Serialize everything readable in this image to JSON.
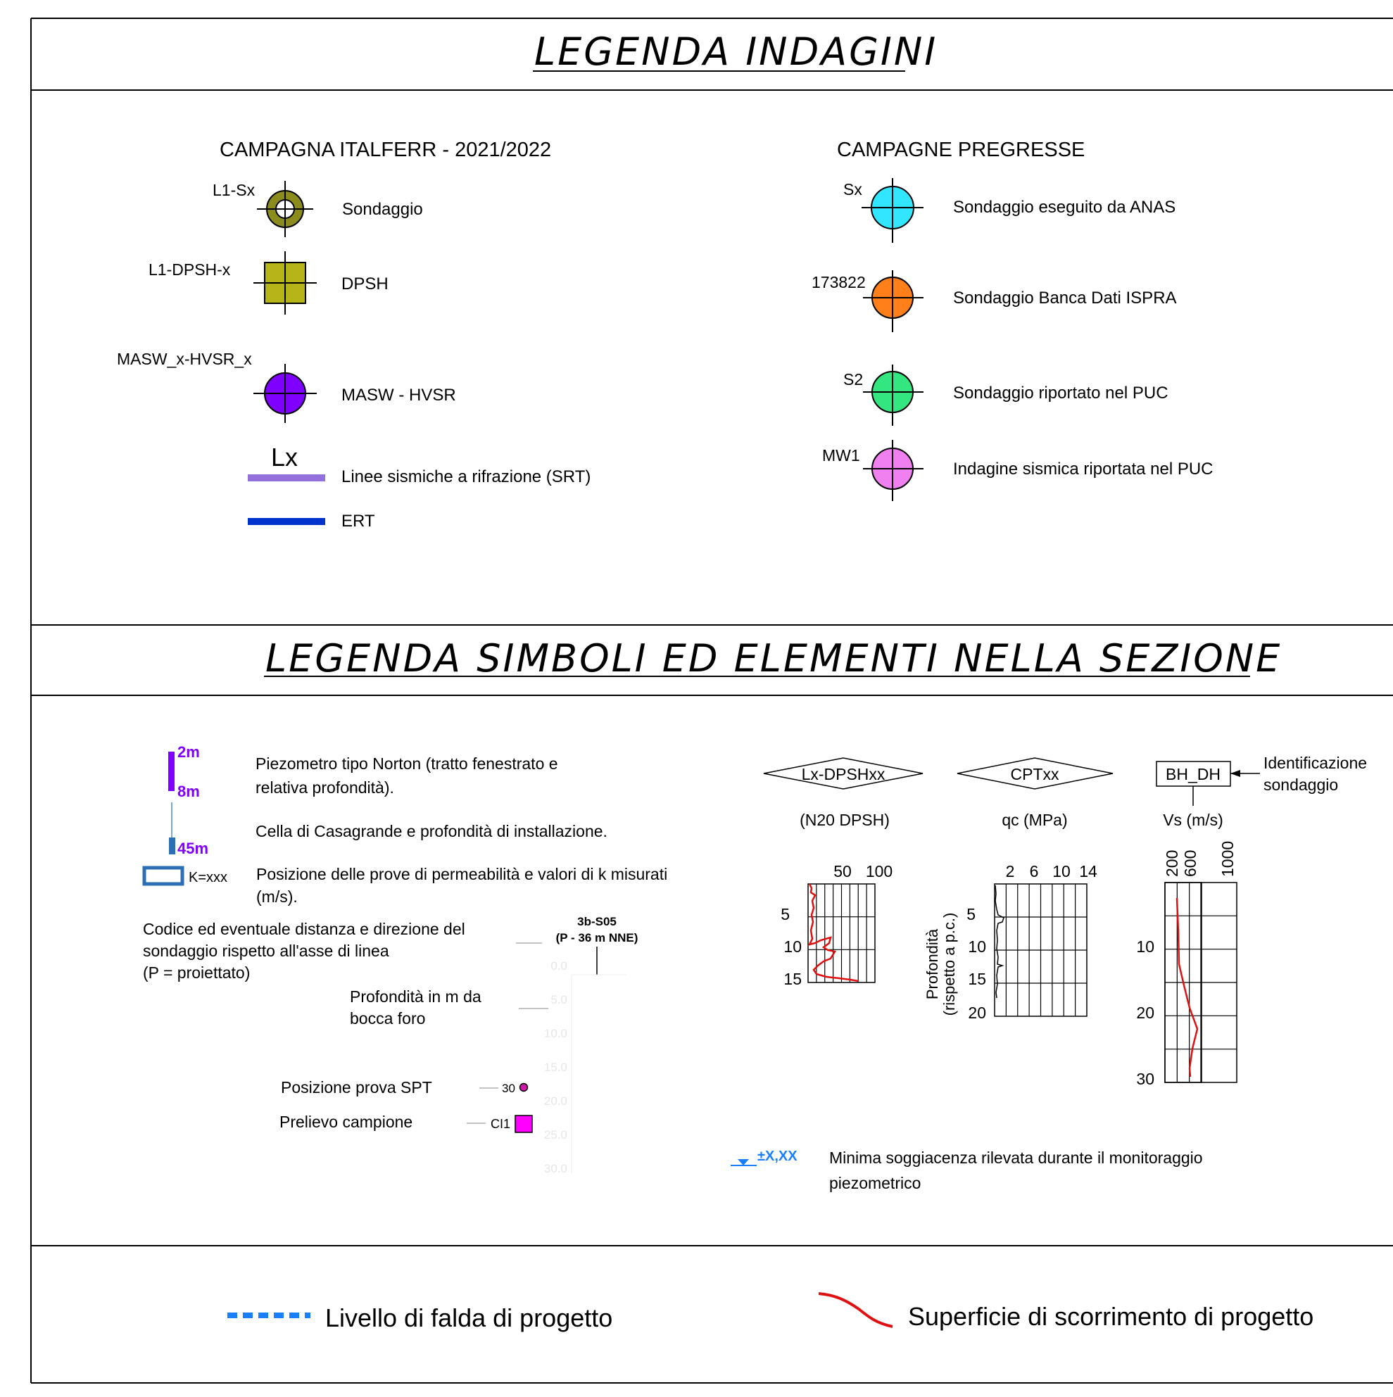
{
  "sections": {
    "indagini_title": "LEGENDA  INDAGINI",
    "simboli_title": "LEGENDA  SIMBOLI  ED  ELEMENTI  NELLA  SEZIONE"
  },
  "italferr": {
    "heading": "CAMPAGNA ITALFERR - 2021/2022",
    "items": [
      {
        "code": "L1-Sx",
        "label": "Sondaggio",
        "color": "#8c8c1e"
      },
      {
        "code": "L1-DPSH-x",
        "label": "DPSH",
        "color": "#b5b51a"
      },
      {
        "code": "MASW_x-HVSR_x",
        "label": "MASW - HVSR",
        "color": "#8000ff"
      }
    ],
    "srt": {
      "code": "Lx",
      "label": "Linee sismiche a rifrazione (SRT)",
      "color": "#9370db"
    },
    "ert": {
      "label": "ERT",
      "color": "#0033cc"
    }
  },
  "pregresse": {
    "heading": "CAMPAGNE PREGRESSE",
    "items": [
      {
        "code": "Sx",
        "label": "Sondaggio eseguito da ANAS",
        "color": "#33e6ff"
      },
      {
        "code": "173822",
        "label": "Sondaggio Banca Dati ISPRA",
        "color": "#ff7f1a"
      },
      {
        "code": "S2",
        "label": "Sondaggio riportato nel PUC",
        "color": "#33e680"
      },
      {
        "code": "MW1",
        "label": "Indagine sismica riportata nel PUC",
        "color": "#f080f0"
      }
    ]
  },
  "simboli": {
    "piezo_top": "2m",
    "piezo_bottom": "8m",
    "piezo_text_1": "Piezometro tipo Norton (tratto fenestrato e",
    "piezo_text_2": "relativa profondità).",
    "casagrande_depth": "45m",
    "casagrande_text": "Cella di Casagrande e profondità di installazione.",
    "perm_label": "K=xxx",
    "perm_text_1": "Posizione delle prove di permeabilità  e valori di k misurati",
    "perm_text_2": "(m/s).",
    "code_text_1": "Codice ed eventuale distanza e direzione del",
    "code_text_2": "sondaggio rispetto all'asse di linea",
    "code_text_3": "(P = proiettato)",
    "code_example": "3b-S05",
    "code_proj": "(P - 36 m NNE)",
    "depth_text_1": "Profondità in m da",
    "depth_text_2": "bocca foro",
    "depth_ticks": [
      "0.0",
      "5.0",
      "10.0",
      "15.0",
      "20.0",
      "25.0",
      "30.0"
    ],
    "spt_text": "Posizione prova SPT",
    "spt_value": "30",
    "sample_text": "Prelievo campione",
    "sample_code": "CI1",
    "falda_value": "±X,XX",
    "falda_text_1": "Minima soggiacenza rilevata durante il monitoraggio",
    "falda_text_2": "piezometrico",
    "colors": {
      "piezo": "#8000ff",
      "cell": "#2c6fb5",
      "spt": "#cc1aa8",
      "sample": "#ff00ff",
      "falda": "#1a7fff"
    }
  },
  "dpsh_chart": {
    "id": "Lx-DPSHxx",
    "unit": "(N20 DPSH)",
    "x_ticks": [
      "50",
      "100"
    ],
    "y_ticks": [
      "5",
      "10",
      "15"
    ]
  },
  "cpt_chart": {
    "id": "CPTxx",
    "unit": "qc (MPa)",
    "x_ticks": [
      "2",
      "6",
      "10",
      "14"
    ],
    "y_ticks": [
      "5",
      "10",
      "15",
      "20"
    ],
    "axis_label_1": "Profondità",
    "axis_label_2": "(rispetto a p.c.)"
  },
  "vs_chart": {
    "id": "BH_DH",
    "unit": "Vs (m/s)",
    "x_ticks": [
      "200",
      "600",
      "1000"
    ],
    "y_ticks": [
      "10",
      "20",
      "30"
    ],
    "note_1": "Identificazione",
    "note_2": "sondaggio"
  },
  "progetto": {
    "falda_label": "Livello di falda di progetto",
    "scorrimento_label": "Superficie di scorrimento di progetto",
    "falda_color": "#1a7fff",
    "scorrimento_color": "#e01010"
  }
}
